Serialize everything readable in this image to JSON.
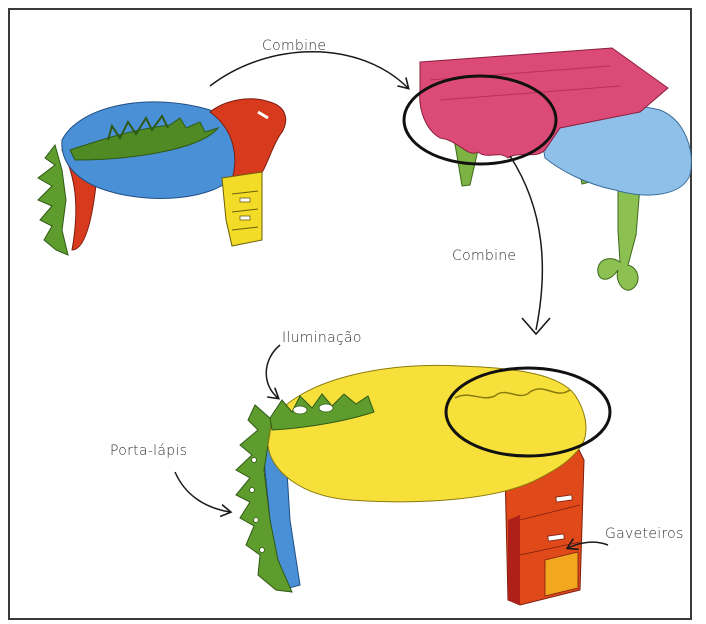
{
  "labels": {
    "combine_top": "Combine",
    "combine_right": "Combine",
    "iluminacao": "Iluminação",
    "porta_lapis": "Porta-lápis",
    "gaveteiros": "Gaveteiros"
  },
  "colors": {
    "frame": "#3a3a3a",
    "blue": "#4a90d6",
    "red": "#d83a1e",
    "green": "#5e9c2e",
    "yellow": "#f2dc28",
    "pink": "#dc4a78",
    "light_blue": "#8fc0ea",
    "light_green": "#8cc152",
    "desk_yellow": "#f7e03a",
    "ink": "#1a1a1a"
  }
}
